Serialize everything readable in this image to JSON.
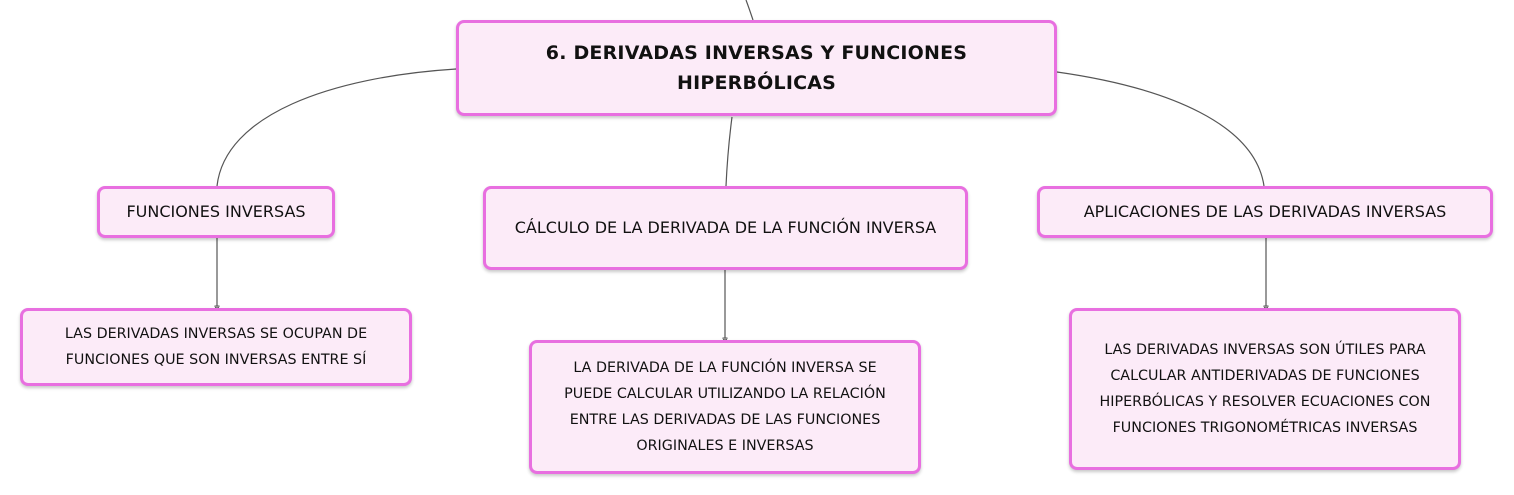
{
  "root": {
    "title": "6. DERIVADAS INVERSAS Y FUNCIONES HIPERBÓLICAS"
  },
  "branches": [
    {
      "label": "FUNCIONES INVERSAS",
      "detail": "LAS DERIVADAS INVERSAS SE OCUPAN DE FUNCIONES QUE SON INVERSAS ENTRE SÍ"
    },
    {
      "label": "CÁLCULO DE LA DERIVADA DE LA FUNCIÓN INVERSA",
      "detail": "LA DERIVADA DE LA FUNCIÓN INVERSA SE PUEDE CALCULAR UTILIZANDO LA RELACIÓN ENTRE LAS DERIVADAS DE LAS FUNCIONES ORIGINALES E INVERSAS"
    },
    {
      "label": "APLICACIONES DE LAS DERIVADAS INVERSAS",
      "detail": "LAS DERIVADAS INVERSAS SON ÚTILES PARA CALCULAR ANTIDERIVADAS DE FUNCIONES HIPERBÓLICAS Y RESOLVER ECUACIONES CON FUNCIONES TRIGONOMÉTRICAS INVERSAS"
    }
  ],
  "colors": {
    "node_fill": "#fcebf8",
    "node_border": "#e86fe0",
    "connector": "#555555"
  }
}
